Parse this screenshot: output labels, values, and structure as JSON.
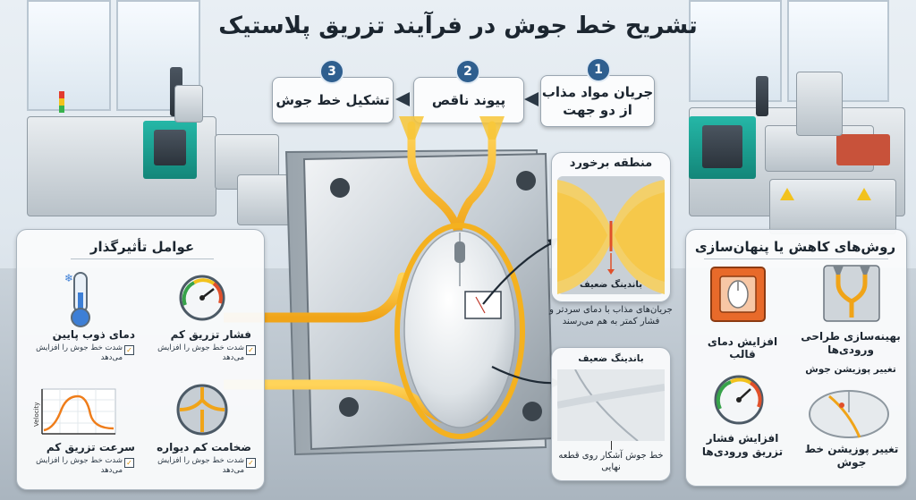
{
  "title": "تشریح خط جوش در فرآیند تزریق پلاستیک",
  "steps": [
    {
      "number": "1",
      "label": "جریان مواد مذاب از دو جهت"
    },
    {
      "number": "2",
      "label": "پیوند ناقص"
    },
    {
      "number": "3",
      "label": "تشکیل خط جوش"
    }
  ],
  "factors": {
    "title": "عوامل تأثیرگذار",
    "items": [
      {
        "label": "دمای ذوب پایین",
        "note": "شدت خط جوش را افزایش می‌دهد",
        "icon": "thermometer-icon"
      },
      {
        "label": "فشار تزریق کم",
        "note": "شدت خط جوش را افزایش می‌دهد",
        "icon": "pressure-gauge-icon"
      },
      {
        "label": "سرعت تزریق کم",
        "note": "شدت خط جوش را افزایش می‌دهد",
        "icon": "velocity-graph-icon"
      },
      {
        "label": "ضخامت کم دیواره",
        "note": "شدت خط جوش را افزایش می‌دهد",
        "icon": "wall-thickness-icon"
      }
    ],
    "graph_axis_label": "Velocity"
  },
  "collision": {
    "title": "منطقه برخورد",
    "weak_bond_label": "باندینگ ضعیف",
    "caption": "جریان‌های مذاب با دمای سردتر و فشار کمتر به هم می‌رسند"
  },
  "weak_bond": {
    "title": "باندینگ ضعیف",
    "caption": "خط جوش آشکار روی قطعه نهایی"
  },
  "methods": {
    "title": "روش‌های کاهش یا پنهان‌سازی",
    "items": [
      {
        "label": "افزایش دمای قالب",
        "icon": "mold-heating-icon"
      },
      {
        "label": "بهینه‌سازی طراحی ورودی‌ها",
        "icon": "gate-design-icon"
      },
      {
        "label": "افزایش فشار تزریق ورودی‌ها",
        "icon": "pressure-gauge-icon"
      },
      {
        "label": "تغییر پوزیشن خط جوش",
        "icon": "mouse-weldline-icon"
      }
    ],
    "extra_label": "تغییر پوزیشن جوش"
  },
  "colors": {
    "flow": "#f5b71f",
    "accent_blue": "#2f5f8f",
    "machine_teal": "#1c9f91",
    "weak_red": "#e0502a"
  }
}
